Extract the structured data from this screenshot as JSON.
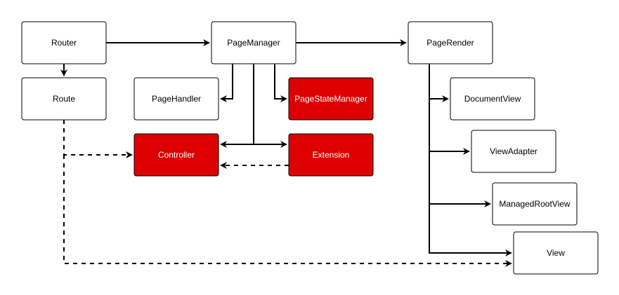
{
  "diagram": {
    "nodes": [
      {
        "id": "router",
        "label": "Router",
        "highlight": false
      },
      {
        "id": "route",
        "label": "Route",
        "highlight": false
      },
      {
        "id": "page-manager",
        "label": "PageManager",
        "highlight": false
      },
      {
        "id": "page-handler",
        "label": "PageHandler",
        "highlight": false
      },
      {
        "id": "page-state-manager",
        "label": "PageStateManager",
        "highlight": true
      },
      {
        "id": "controller",
        "label": "Controller",
        "highlight": true
      },
      {
        "id": "extension",
        "label": "Extension",
        "highlight": true
      },
      {
        "id": "page-render",
        "label": "PageRender",
        "highlight": false
      },
      {
        "id": "document-view",
        "label": "DocumentView",
        "highlight": false
      },
      {
        "id": "view-adapter",
        "label": "ViewAdapter",
        "highlight": false
      },
      {
        "id": "managed-root-view",
        "label": "ManagedRootView",
        "highlight": false
      },
      {
        "id": "view",
        "label": "View",
        "highlight": false
      }
    ],
    "edges": [
      {
        "from": "router",
        "to": "page-manager",
        "style": "solid"
      },
      {
        "from": "router",
        "to": "route",
        "style": "solid"
      },
      {
        "from": "page-manager",
        "to": "page-render",
        "style": "solid"
      },
      {
        "from": "page-manager",
        "to": "page-handler",
        "style": "solid"
      },
      {
        "from": "page-manager",
        "to": "page-state-manager",
        "style": "solid"
      },
      {
        "from": "page-manager",
        "to": "controller",
        "style": "solid"
      },
      {
        "from": "page-manager",
        "to": "extension",
        "style": "solid"
      },
      {
        "from": "extension",
        "to": "controller",
        "style": "dashed"
      },
      {
        "from": "route",
        "to": "controller",
        "style": "dashed"
      },
      {
        "from": "route",
        "to": "view",
        "style": "dashed"
      },
      {
        "from": "page-render",
        "to": "document-view",
        "style": "solid"
      },
      {
        "from": "page-render",
        "to": "view-adapter",
        "style": "solid"
      },
      {
        "from": "page-render",
        "to": "managed-root-view",
        "style": "solid"
      },
      {
        "from": "page-render",
        "to": "view",
        "style": "solid"
      }
    ],
    "colors": {
      "highlight_fill": "#dd0000",
      "highlight_stroke": "#b20000",
      "highlight_text": "#ffffff",
      "default_fill": "#ffffff",
      "default_text": "#000000",
      "edge": "#000000"
    }
  }
}
